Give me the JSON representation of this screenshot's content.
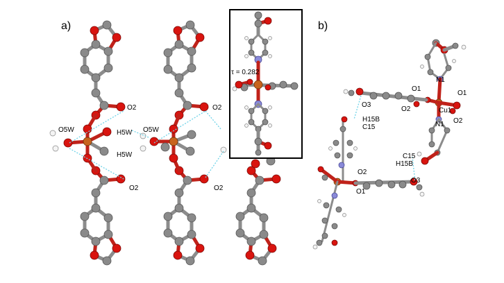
{
  "panels": {
    "a": {
      "letter": "a)"
    },
    "b": {
      "letter": "b)"
    }
  },
  "inset": {
    "tau": "τ = 0.282"
  },
  "labels_a": {
    "o2_top_1": "O2",
    "o2_top_2": "O2",
    "o5w_1": "O5W",
    "h5w_top": "H5W",
    "o5w_2": "O5W",
    "h5w_bot": "H5W",
    "o2_bot_1": "O2",
    "o2_bot_2": "O2"
  },
  "labels_b": {
    "n1_top": "N1",
    "o1_top_a": "O1",
    "o1_top_b": "O1",
    "o3_top": "O3",
    "o2_top": "O2",
    "cu1": "Cu1",
    "o2_right": "O2",
    "h15b_top": "H15B",
    "c15_top": "C15",
    "n1_mid": "N1",
    "c15_bot": "C15",
    "h15b_bot": "H15B",
    "o2_bot": "O2",
    "o3_bot": "O3",
    "o1_bot": "O1"
  },
  "colors": {
    "carbon": "#8a8a8a",
    "oxygen": "#d9140f",
    "nitrogen": "#8a8ad8",
    "hydrogen": "#f4f4f4",
    "copper": "#c8641e",
    "hbond": "#6fd3e8"
  }
}
